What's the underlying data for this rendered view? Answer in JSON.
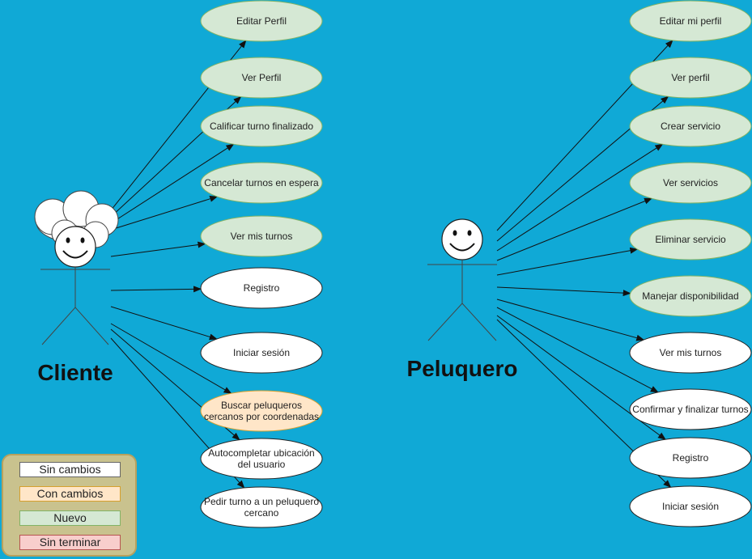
{
  "colors": {
    "background": "#10a9d6",
    "sin_cambios": "#ffffff",
    "con_cambios": "#ffe6c8",
    "nuevo": "#d5e8d4",
    "sin_terminar": "#f8cecc"
  },
  "actors": {
    "cliente": {
      "label": "Cliente"
    },
    "peluquero": {
      "label": "Peluquero"
    }
  },
  "cliente_use_cases": [
    {
      "lines": [
        "Editar Perfil"
      ],
      "status": "nuevo"
    },
    {
      "lines": [
        "Ver Perfil"
      ],
      "status": "nuevo"
    },
    {
      "lines": [
        "Calificar turno finalizado"
      ],
      "status": "nuevo"
    },
    {
      "lines": [
        "Cancelar turnos en espera"
      ],
      "status": "nuevo"
    },
    {
      "lines": [
        "Ver mis turnos"
      ],
      "status": "nuevo"
    },
    {
      "lines": [
        "Registro"
      ],
      "status": "sin_cambios"
    },
    {
      "lines": [
        "Iniciar sesión"
      ],
      "status": "sin_cambios"
    },
    {
      "lines": [
        "Buscar peluqueros",
        "cercanos por coordenadas"
      ],
      "status": "con_cambios"
    },
    {
      "lines": [
        "Autocompletar ubicación",
        "del usuario"
      ],
      "status": "sin_cambios"
    },
    {
      "lines": [
        "Pedir turno a un peluquero",
        "cercano"
      ],
      "status": "sin_cambios"
    }
  ],
  "peluquero_use_cases": [
    {
      "lines": [
        "Editar mi perfil"
      ],
      "status": "nuevo"
    },
    {
      "lines": [
        "Ver perfil"
      ],
      "status": "nuevo"
    },
    {
      "lines": [
        "Crear servicio"
      ],
      "status": "nuevo"
    },
    {
      "lines": [
        "Ver servicios"
      ],
      "status": "nuevo"
    },
    {
      "lines": [
        "Eliminar servicio"
      ],
      "status": "nuevo"
    },
    {
      "lines": [
        "Manejar disponibilidad"
      ],
      "status": "nuevo"
    },
    {
      "lines": [
        "Ver mis turnos"
      ],
      "status": "sin_cambios"
    },
    {
      "lines": [
        "Confirmar y finalizar turnos"
      ],
      "status": "sin_cambios"
    },
    {
      "lines": [
        "Registro"
      ],
      "status": "sin_cambios"
    },
    {
      "lines": [
        "Iniciar sesión"
      ],
      "status": "sin_cambios"
    }
  ],
  "legend": {
    "sin_cambios": "Sin cambios",
    "con_cambios": "Con cambios",
    "nuevo": "Nuevo",
    "sin_terminar": "Sin terminar"
  }
}
